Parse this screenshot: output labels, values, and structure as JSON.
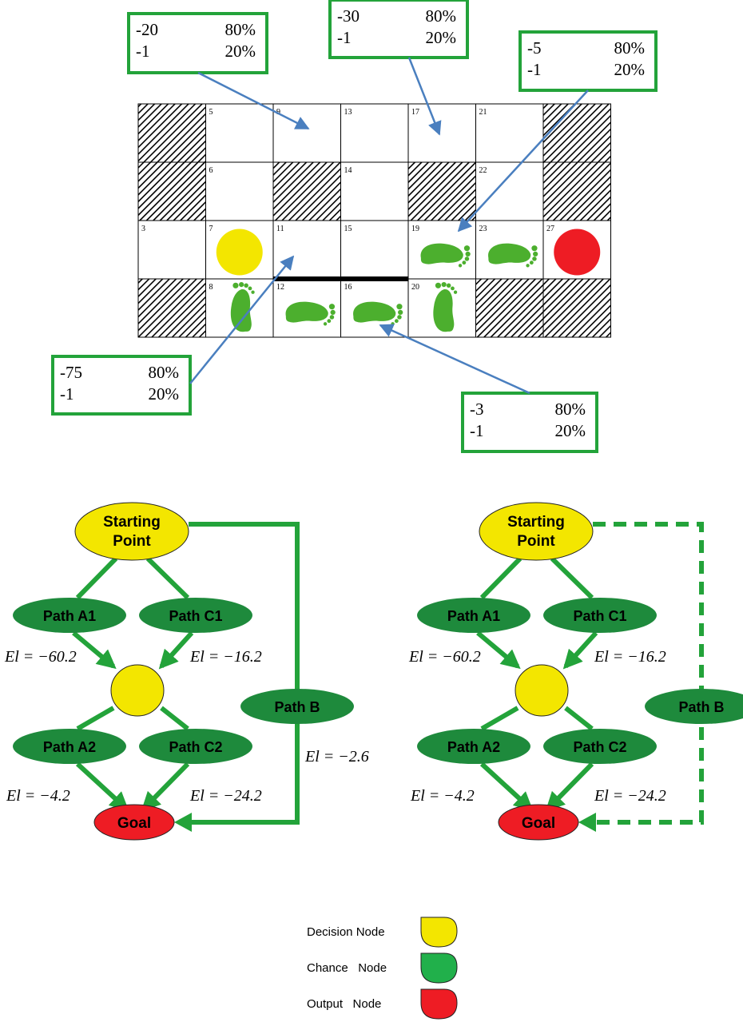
{
  "colors": {
    "green_dark": "#1e8a3c",
    "green_line": "#23a33a",
    "yellow": "#f3e600",
    "red": "#ee1c24",
    "arrow_blue": "#4a7fbf",
    "black": "#000000",
    "chance_legend": "#21b04b"
  },
  "grid": {
    "cells": [
      {
        "col": 0,
        "row": 0,
        "type": "blocked",
        "label": ""
      },
      {
        "col": 0,
        "row": 1,
        "type": "blocked",
        "label": ""
      },
      {
        "col": 0,
        "row": 2,
        "type": "open",
        "label": "3"
      },
      {
        "col": 0,
        "row": 3,
        "type": "blocked",
        "label": ""
      },
      {
        "col": 1,
        "row": 0,
        "type": "open",
        "label": "5"
      },
      {
        "col": 1,
        "row": 1,
        "type": "open",
        "label": "6"
      },
      {
        "col": 1,
        "row": 2,
        "type": "open",
        "label": "7",
        "marker": "start-circle"
      },
      {
        "col": 1,
        "row": 3,
        "type": "open",
        "label": "8",
        "marker": "footprint-up"
      },
      {
        "col": 2,
        "row": 0,
        "type": "open",
        "label": "9"
      },
      {
        "col": 2,
        "row": 1,
        "type": "blocked",
        "label": ""
      },
      {
        "col": 2,
        "row": 2,
        "type": "open",
        "label": "11"
      },
      {
        "col": 2,
        "row": 3,
        "type": "open",
        "label": "12",
        "marker": "footprint-right"
      },
      {
        "col": 3,
        "row": 0,
        "type": "open",
        "label": "13"
      },
      {
        "col": 3,
        "row": 1,
        "type": "open",
        "label": "14"
      },
      {
        "col": 3,
        "row": 2,
        "type": "open",
        "label": "15"
      },
      {
        "col": 3,
        "row": 3,
        "type": "open",
        "label": "16",
        "marker": "footprint-right"
      },
      {
        "col": 4,
        "row": 0,
        "type": "open",
        "label": "17"
      },
      {
        "col": 4,
        "row": 1,
        "type": "blocked",
        "label": ""
      },
      {
        "col": 4,
        "row": 2,
        "type": "open",
        "label": "19",
        "marker": "footprint-right"
      },
      {
        "col": 4,
        "row": 3,
        "type": "open",
        "label": "20",
        "marker": "footprint-up"
      },
      {
        "col": 5,
        "row": 0,
        "type": "open",
        "label": "21"
      },
      {
        "col": 5,
        "row": 1,
        "type": "open",
        "label": "22"
      },
      {
        "col": 5,
        "row": 2,
        "type": "open",
        "label": "23",
        "marker": "footprint-right"
      },
      {
        "col": 5,
        "row": 3,
        "type": "blocked",
        "label": ""
      },
      {
        "col": 6,
        "row": 0,
        "type": "blocked",
        "label": ""
      },
      {
        "col": 6,
        "row": 1,
        "type": "blocked",
        "label": ""
      },
      {
        "col": 6,
        "row": 2,
        "type": "open",
        "label": "27",
        "marker": "goal-circle"
      },
      {
        "col": 6,
        "row": 3,
        "type": "blocked",
        "label": ""
      }
    ]
  },
  "callouts": [
    {
      "id": "callout-cell-9",
      "rows": [
        {
          "value": "-20",
          "prob": "80%"
        },
        {
          "value": "-1",
          "prob": "20%"
        }
      ]
    },
    {
      "id": "callout-cell-17",
      "rows": [
        {
          "value": "-30",
          "prob": "80%"
        },
        {
          "value": "-1",
          "prob": "20%"
        }
      ]
    },
    {
      "id": "callout-cell-19",
      "rows": [
        {
          "value": "-5",
          "prob": "80%"
        },
        {
          "value": "-1",
          "prob": "20%"
        }
      ]
    },
    {
      "id": "callout-cell-11",
      "rows": [
        {
          "value": "-75",
          "prob": "80%"
        },
        {
          "value": "-1",
          "prob": "20%"
        }
      ]
    },
    {
      "id": "callout-cell-16",
      "rows": [
        {
          "value": "-3",
          "prob": "80%"
        },
        {
          "value": "-1",
          "prob": "20%"
        }
      ]
    }
  ],
  "trees": [
    {
      "variant": "solid",
      "start": "Starting\nPoint",
      "goal": "Goal",
      "paths": {
        "a1": "Path A1",
        "c1": "Path C1",
        "a2": "Path A2",
        "c2": "Path C2",
        "b": "Path B"
      },
      "el": {
        "a1": "El = −60.2",
        "c1": "El = −16.2",
        "a2": "El = −4.2",
        "c2": "El = −24.2",
        "b": "El = −2.6"
      }
    },
    {
      "variant": "dashed",
      "start": "Starting\nPoint",
      "goal": "Goal",
      "paths": {
        "a1": "Path A1",
        "c1": "Path C1",
        "a2": "Path A2",
        "c2": "Path C2",
        "b": "Path B"
      },
      "el": {
        "a1": "El = −60.2",
        "c1": "El = −16.2",
        "a2": "El = −4.2",
        "c2": "El = −24.2",
        "b": ""
      }
    }
  ],
  "legend": [
    {
      "label": "Decision Node",
      "color": "#f3e600"
    },
    {
      "label": "Chance   Node",
      "color": "#21b04b"
    },
    {
      "label": "Output   Node",
      "color": "#ee1c24"
    }
  ]
}
